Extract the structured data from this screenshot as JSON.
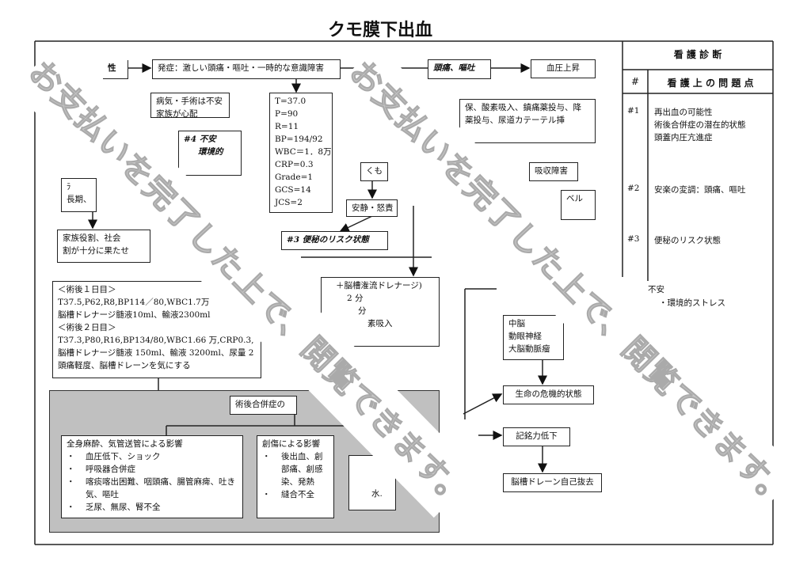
{
  "title": "クモ膜下出血",
  "diagram": {
    "risk_fragment": "性",
    "onset": "発症：激しい頭痛・嘔吐・一時的な意識障害",
    "anxiety": [
      "病気・手術は不安",
      "家族が心配"
    ],
    "nd4": [
      "#4 不安",
      "環境的"
    ],
    "vitals": [
      "T=37.0",
      "P=90",
      "R=11",
      "BP=194/92",
      "WBC＝1．8万",
      "CRP=0.3",
      "Grade=1",
      "GCS=14",
      "JCS=2"
    ],
    "long_term": [
      "ﾗ",
      "長期、"
    ],
    "family_role": [
      "家族役割、社会",
      "割が十分に果たせ"
    ],
    "headache": "頭痛、嘔吐",
    "bp_rise": "血圧上昇",
    "treatment": [
      "保、酸素吸入、鎮痛薬投与、降",
      "薬投与、尿道カテーテル挿"
    ],
    "absorption": "吸収障害",
    "level": "ベル",
    "kumo": "くも",
    "rest": "安静・怒責",
    "nd3": "#3 便秘のリスク状態",
    "drainage": [
      "＋脳槽潅流ドレナージ)",
      "2 分",
      "分",
      "素吸入"
    ],
    "postop": [
      "＜術後１日目＞",
      "T37.5,P62,R8,BP114／80,WBC1.7万",
      "脳槽ドレナージ髄液10ml、輸液2300ml",
      "＜術後２日目＞",
      "T37.3,P80,R16,BP134/80,WBC1.66 万,CRP0.3,",
      "脳槽ドレナージ髄液 150ml、輸液 3200ml、尿量 2",
      "頭痛軽度、脳槽ドレーンを気にする"
    ],
    "complications_title": "術後合併症の",
    "anesthesia": {
      "title": "全身麻酔、気管送管による影響",
      "items": [
        "血圧低下、ショック",
        "呼吸器合併症",
        "喀痰喀出困難、咽頭痛、腸管麻痺、吐き気、嘔吐",
        "乏尿、無尿、腎不全"
      ]
    },
    "wound": {
      "title": "創傷による影響",
      "items": [
        "後出血、創部痛、創感染、発熱",
        "縫合不全"
      ]
    },
    "water": "水.",
    "midbrain": [
      "中脳",
      "動眼神経",
      "大脳動脈瘤"
    ],
    "life_crisis": "生命の危機的状態",
    "memory": "記銘力低下",
    "drain_removal": "脳槽ドレーン自己抜去",
    "bullet": "・"
  },
  "nursing_table": {
    "header": "看 護 診 断",
    "col_num": "#",
    "col_problem": "看 護 上 の 問 題 点",
    "rows": [
      {
        "num": "#1",
        "lines": [
          "再出血の可能性",
          "術後合併症の潜在的状態",
          "頭蓋内圧亢進症"
        ]
      },
      {
        "num": "#2",
        "lines": [
          "安楽の変調：頭痛、嘔吐"
        ]
      },
      {
        "num": "#3",
        "lines": [
          "便秘のリスク状態"
        ]
      }
    ],
    "extra": [
      "不安",
      "・環境的ストレス"
    ]
  },
  "watermark": "お支払いを完了した上で、閲覧できます。"
}
